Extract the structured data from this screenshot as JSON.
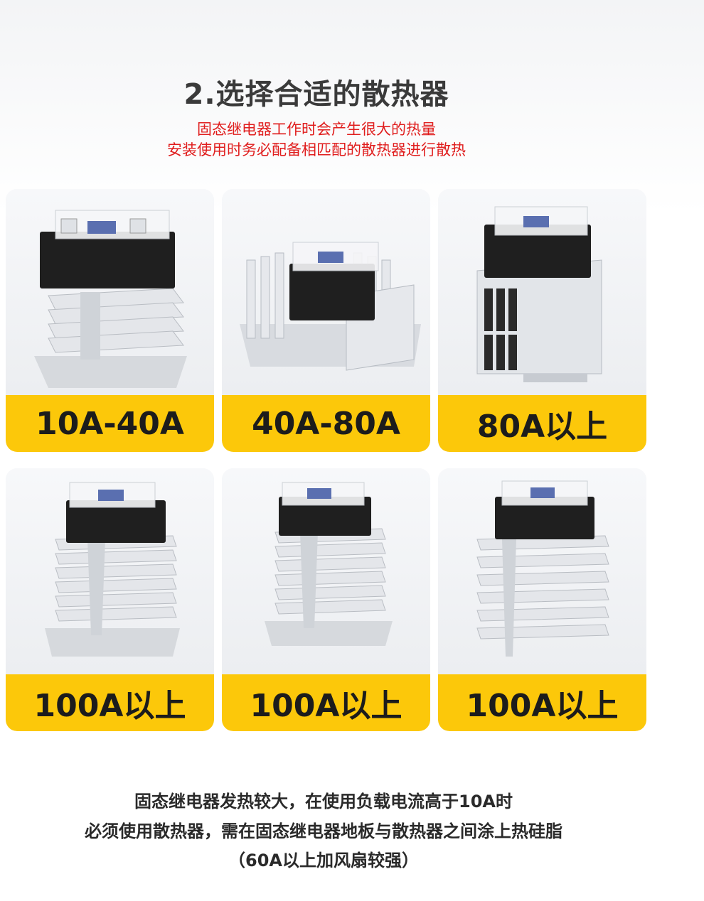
{
  "header": {
    "title": "2.选择合适的散热器",
    "subtitle_line1": "固态继电器工作时会产生很大的热量",
    "subtitle_line2": "安装使用时务必配备相匹配的散热器进行散热"
  },
  "cards": [
    {
      "label": "10A-40A",
      "image": "ssr-on-small-heatsink"
    },
    {
      "label": "40A-80A",
      "image": "ssr-on-wide-heatsink"
    },
    {
      "label": "80A以上",
      "image": "ssr-on-din-rail-heatsink"
    },
    {
      "label": "100A以上",
      "image": "ssr-on-tall-heatsink"
    },
    {
      "label": "100A以上",
      "image": "ssr-on-tall-heatsink"
    },
    {
      "label": "100A以上",
      "image": "ssr-on-side-heatsink"
    }
  ],
  "footer": {
    "line1": "固态继电器发热较大，在使用负载电流高于10A时",
    "line2": "必须使用散热器，需在固态继电器地板与散热器之间涂上热硅脂",
    "line3": "（60A以上加风扇较强）"
  },
  "colors": {
    "title": "#3a3a3a",
    "subtitle": "#e01d1d",
    "label_bg": "#fcc80a",
    "card_bg": "#f1f2f4"
  }
}
